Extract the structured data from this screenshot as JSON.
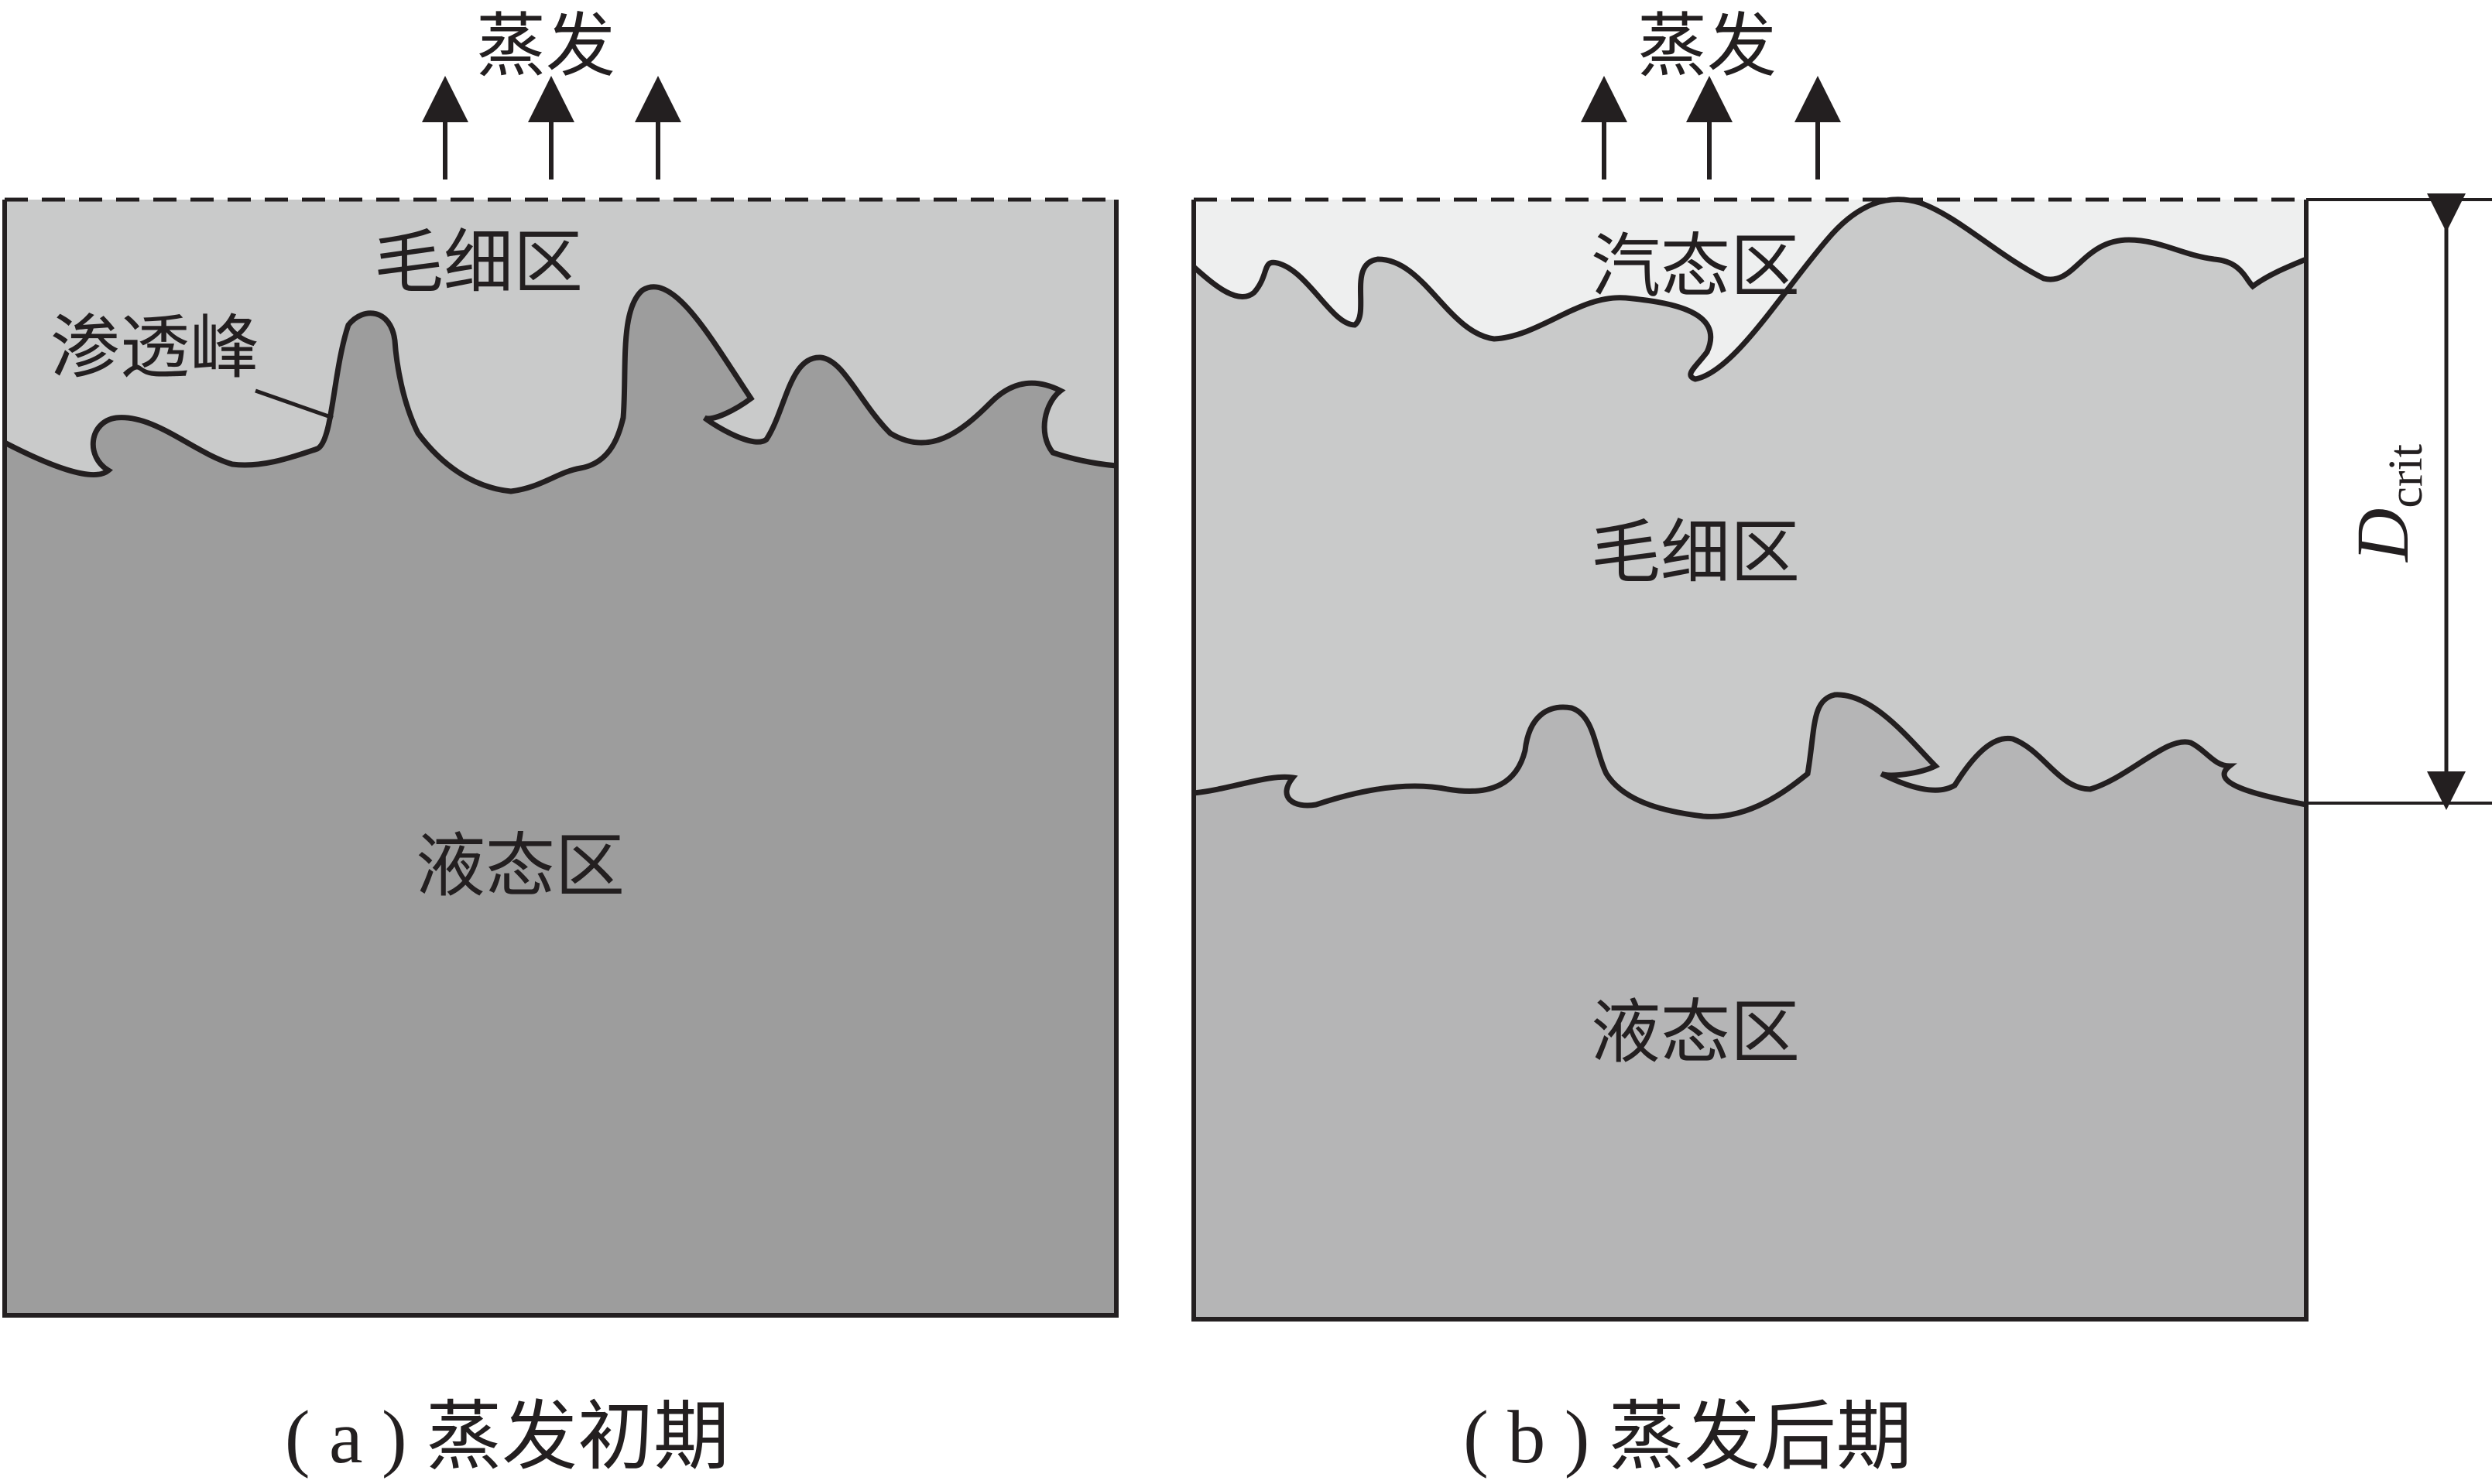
{
  "panel_a": {
    "evaporation_label": "蒸发",
    "capillary_label": "毛细区",
    "liquid_label": "液态区",
    "peak_label": "渗透峰",
    "caption": "( a ) 蒸发初期",
    "colors": {
      "capillary": "#c9caca",
      "liquid": "#9d9d9d"
    }
  },
  "panel_b": {
    "evaporation_label": "蒸发",
    "vapor_label": "汽态区",
    "capillary_label": "毛细区",
    "liquid_label": "液态区",
    "caption": "( b ) 蒸发后期",
    "depth_label": "D",
    "depth_subscript": "crit",
    "colors": {
      "vapor": "#eeefef",
      "capillary": "#c9caca",
      "liquid": "#b5b5b6"
    }
  },
  "line_color": "#231f20"
}
